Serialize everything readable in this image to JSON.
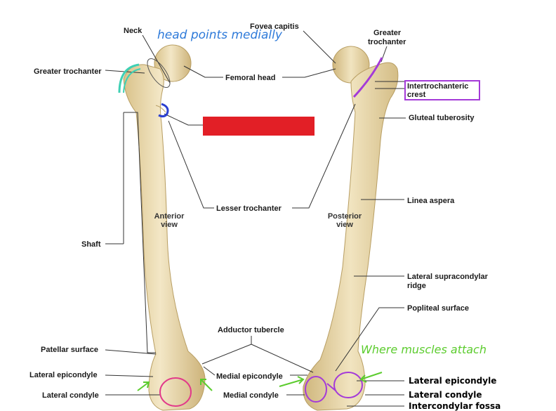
{
  "labels": {
    "neck": "Neck",
    "fovea_capitis": "Fovea capitis",
    "greater_trochanter_left": "Greater trochanter",
    "greater_trochanter_right_1": "Greater",
    "greater_trochanter_right_2": "trochanter",
    "femoral_head": "Femoral head",
    "intertrochanteric_1": "Intertrochanteric",
    "intertrochanteric_2": "crest",
    "gluteal_tuberosity": "Gluteal tuberosity",
    "lesser_trochanter": "Lesser trochanter",
    "linea_aspera": "Linea aspera",
    "anterior_1": "Anterior",
    "anterior_2": "view",
    "posterior_1": "Posterior",
    "posterior_2": "view",
    "shaft": "Shaft",
    "lateral_supracondylar_1": "Lateral supracondylar",
    "lateral_supracondylar_2": "ridge",
    "popliteal_surface": "Popliteal surface",
    "adductor_tubercle": "Adductor tubercle",
    "patellar_surface": "Patellar surface",
    "lateral_epicondyle_left": "Lateral epicondyle",
    "medial_epicondyle": "Medial epicondyle",
    "lateral_condyle_left": "Lateral condyle",
    "medial_condyle": "Medial condyle",
    "lateral_epicondyle_right": "Lateral epicondyle",
    "lateral_condyle_right": "Lateral condyle",
    "intercondylar_fossa": "Intercondylar fossa"
  },
  "annotations": {
    "head_note": "head points medially",
    "muscle_note": "Where muscles attach"
  },
  "colors": {
    "bone": "#e9d9ac",
    "bone_shade": "#c9b27c",
    "leader": "#333333",
    "handwriting_blue": "#2e7ad9",
    "handwriting_green": "#5ccc2e",
    "teal": "#3fd0b4",
    "purple": "#a43ad8",
    "pink": "#e23a8a",
    "redaction": "#e21f26"
  }
}
